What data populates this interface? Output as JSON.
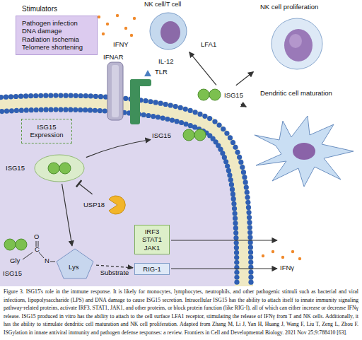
{
  "diagram": {
    "caption": "Figure 3. ISG15's role in the immune response. It is likely for monocytes, lymphocytes, neutrophils, and other pathogenic stimuli such as bacterial and viral infections, lipopolysaccharide (LPS) and DNA damage to cause ISG15 secretion. Intracellular ISG15 has the ability to attach itself to innate immunity signaling pathway-related proteins, activate IRF3, STAT1, JAK1, and other proteins, or block protein function (like RIG-I), all of which can either increase or decrease IFNγ release. ISG15 produced in vitro has the ability to attach to the cell surface LFA1 receptor, stimulating the release of IFNγ from T and NK cells. Additionally, it has the ability to stimulate dendritic cell maturation and NK cell proliferation. Adapted from Zhang M, Li J, Yan H, Huang J, Wang F, Liu T, Zeng L, Zhou F. ISGylation in innate antiviral immunity and pathogen defense responses: a review. Frontiers in Cell and Developmental Biology. 2021 Nov 25;9:788410 [63].",
    "nodes": [
      {
        "text": [
          "Stimulators",
          "Pathogen infection DNA damage Radiation Ischemia Telomere shortening"
        ]
      },
      {
        "text": [
          "ISG15 Expression"
        ]
      },
      {
        "text": [
          "ISG15"
        ]
      },
      {
        "text": [
          "USP18"
        ]
      },
      {
        "text": [
          "IRF3 STAT1 JAK1"
        ]
      },
      {
        "text": [
          "RIG-1"
        ]
      },
      {
        "text": [
          "Lys"
        ]
      },
      {
        "text": [
          "NK cell/T cell"
        ]
      },
      {
        "text": [
          "NK cell proliferation"
        ]
      },
      {
        "text": [
          "Dendritic cell maturation"
        ]
      },
      {
        "text": [
          "ISG15"
        ]
      },
      {
        "text": [
          "ISG15"
        ]
      }
    ],
    "edges": [
      {
        "from": 2,
        "to": 10,
        "arrow": "to"
      },
      {
        "from": 3,
        "to": 2,
        "arrow": "to"
      },
      {
        "from": 2,
        "to": 6,
        "arrow": "to"
      },
      {
        "from": 6,
        "to": 5,
        "label": "Substrate",
        "arrow": "to"
      },
      {
        "from": 11,
        "to": 7,
        "arrow": "to"
      },
      {
        "from": 11,
        "to": 8,
        "arrow": "to"
      },
      {
        "from": 11,
        "to": 9,
        "arrow": "to"
      }
    ],
    "labels": [
      "IFNY",
      "LFA1",
      "IL-12",
      "IFNAR",
      "TLR",
      "O",
      "C",
      "N",
      "Gly",
      "ISG15",
      "IFNγ"
    ]
  }
}
